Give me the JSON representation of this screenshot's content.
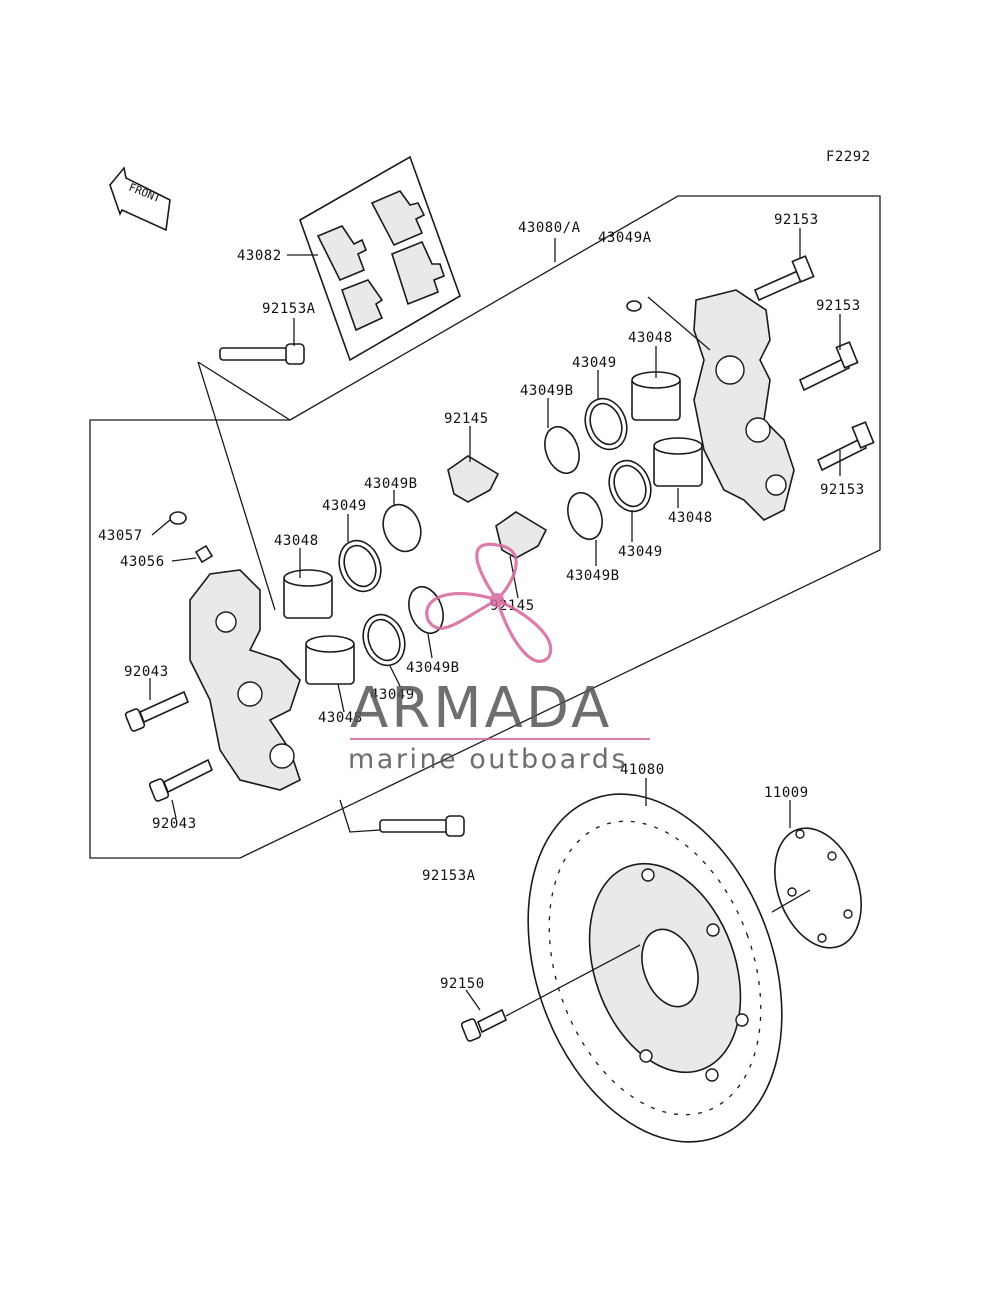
{
  "diagram": {
    "code": "F2292",
    "front_label": "FRONT",
    "labels": {
      "p43082": "43082",
      "p43080A": "43080/A",
      "p43049A": "43049A",
      "p92153_1": "92153",
      "p92153_2": "92153",
      "p92153_3": "92153",
      "p92153A_top": "92153A",
      "p43048_r1": "43048",
      "p43049_r1": "43049",
      "p43049B_r1": "43049B",
      "p92145_top": "92145",
      "p43048_r2": "43048",
      "p43049_r2": "43049",
      "p43049B_r2": "43049B",
      "p43049B_l1": "43049B",
      "p43049_l1": "43049",
      "p43048_l1": "43048",
      "p43057": "43057",
      "p43056": "43056",
      "p92145_mid": "92145",
      "p43049B_l2": "43049B",
      "p92043_1": "92043",
      "p43049_l2": "43049",
      "p43048_l2": "43048",
      "p92043_2": "92043",
      "p92153A_bot": "92153A",
      "p41080": "41080",
      "p11009": "11009",
      "p92150": "92150"
    }
  },
  "watermark": {
    "brand": "ARMADA",
    "tagline": "marine outboards",
    "logo_color": "#d7669c"
  }
}
